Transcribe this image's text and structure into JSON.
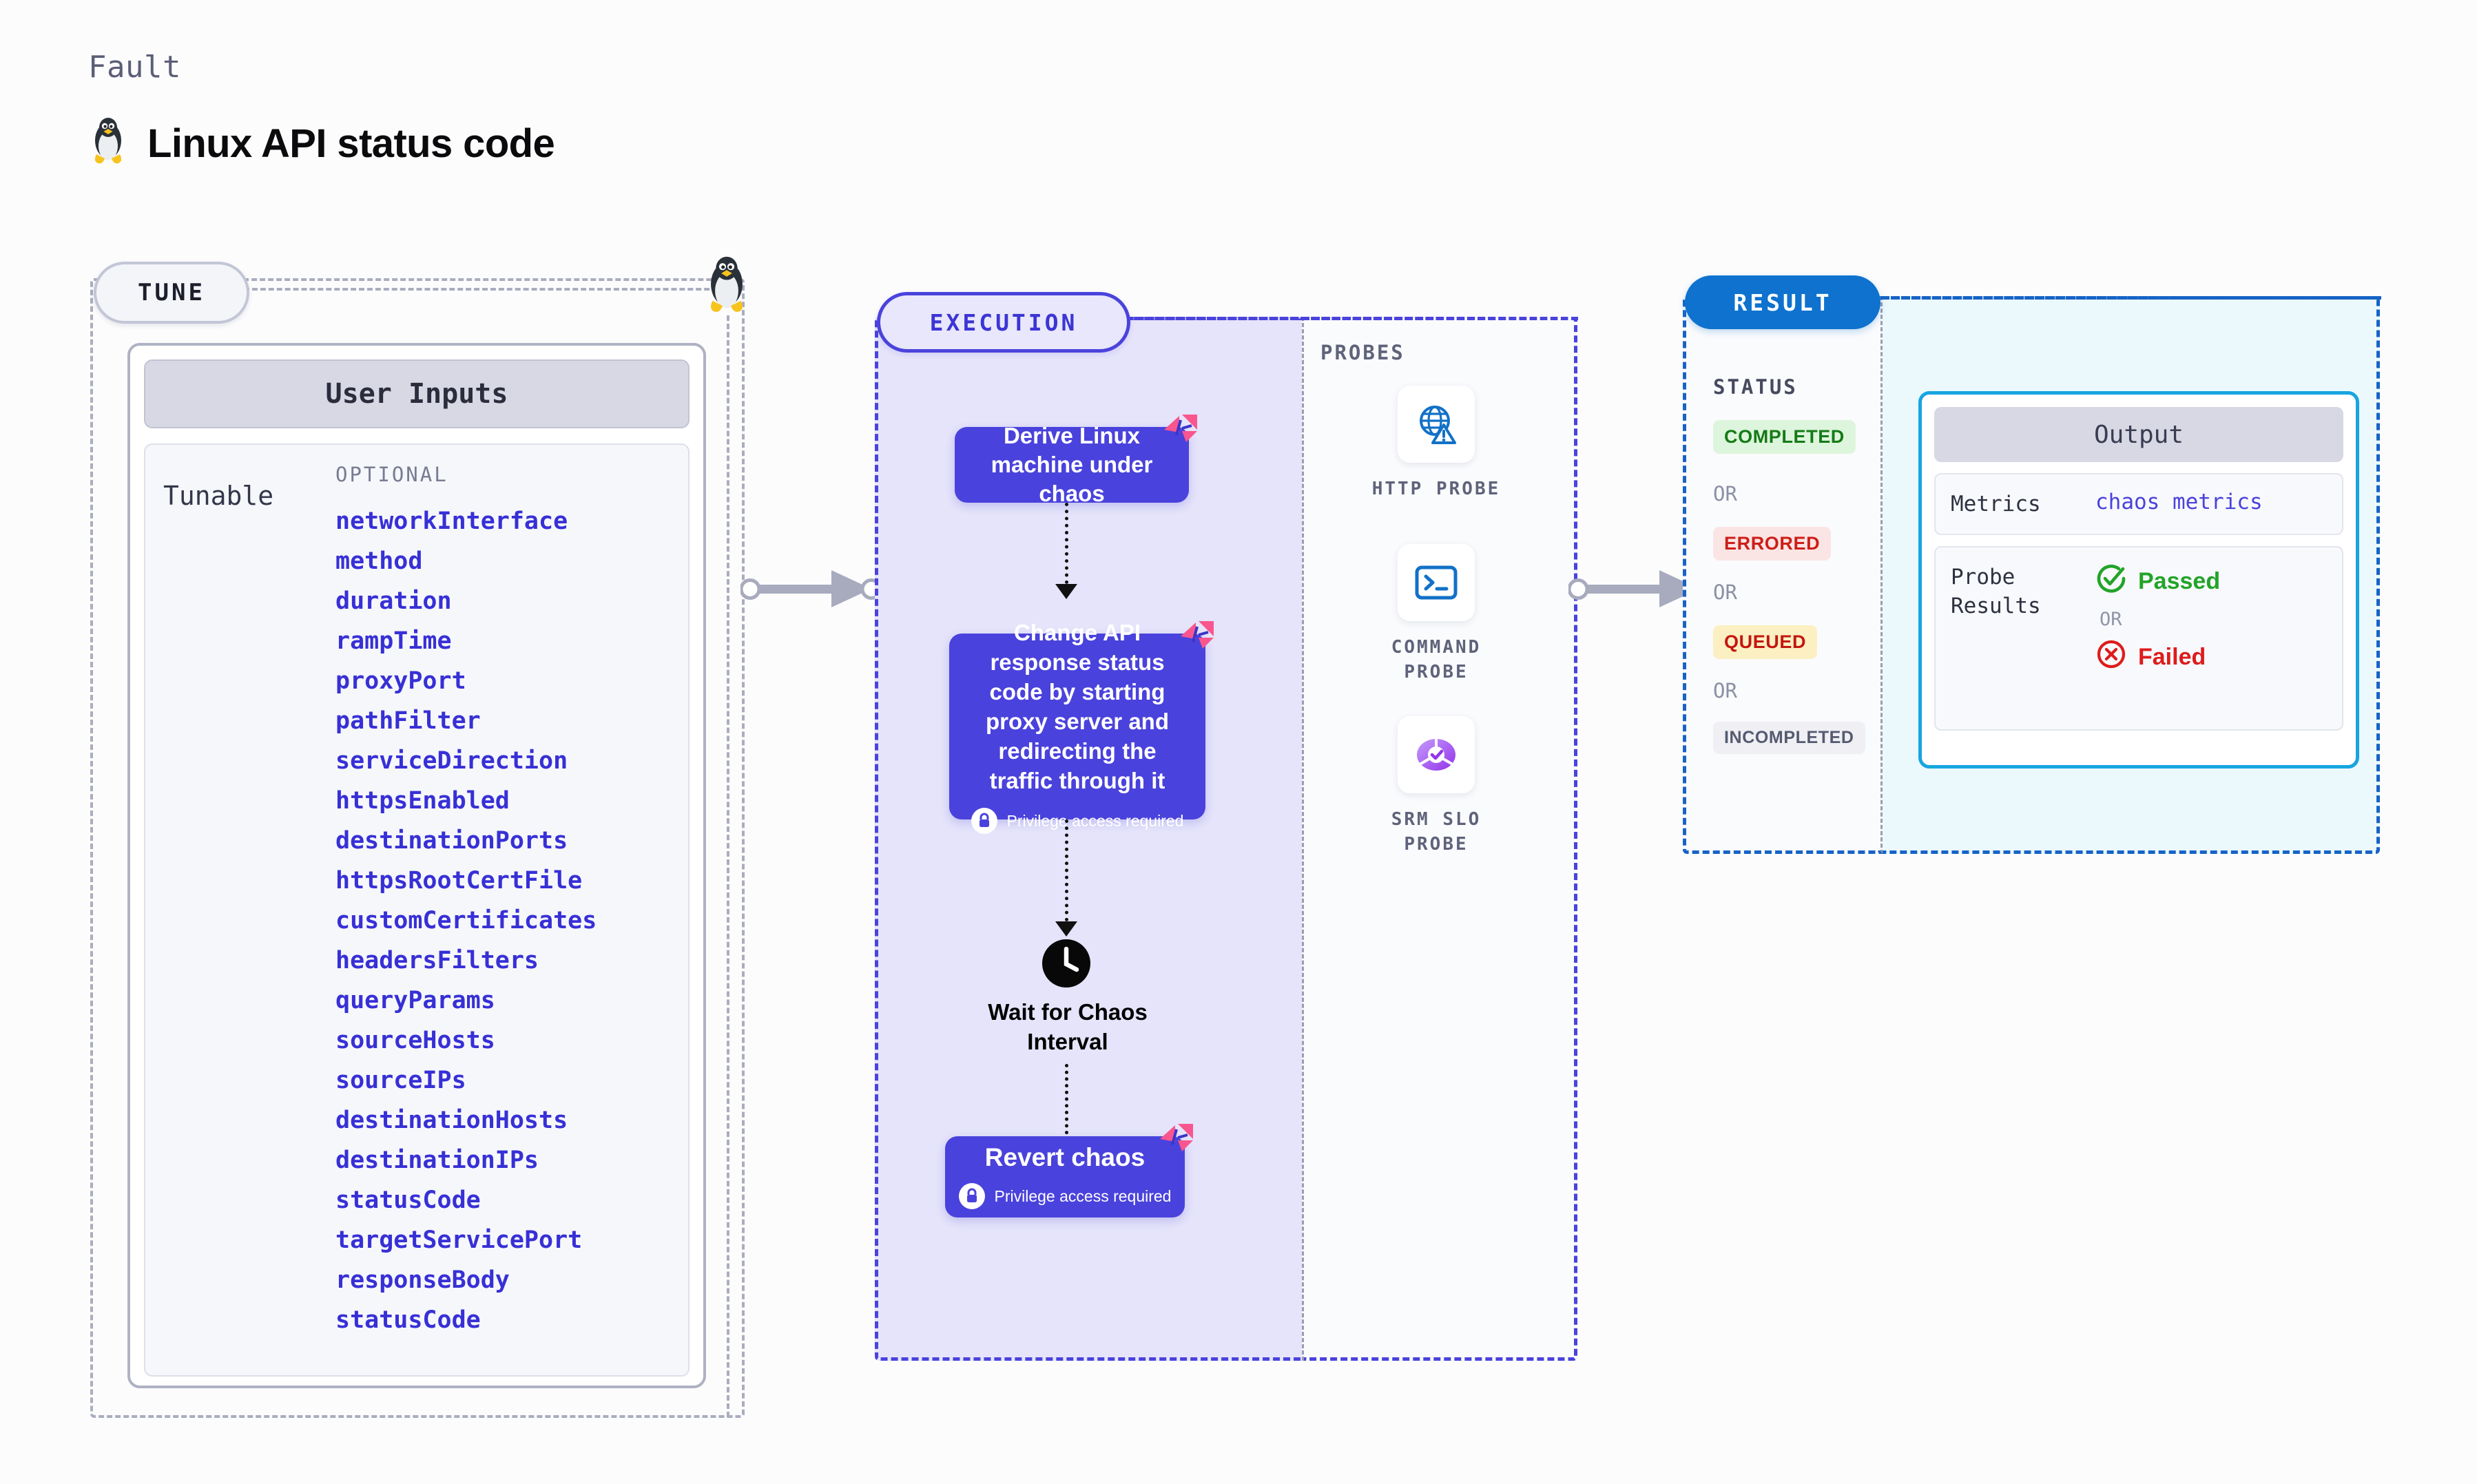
{
  "header": {
    "eyebrow": "Fault",
    "title": "Linux API status code",
    "os_icon": "linux-tux-icon"
  },
  "tune": {
    "chip_label": "TUNE",
    "card_title": "User Inputs",
    "row_label": "Tunable",
    "group_label": "OPTIONAL",
    "parameters": [
      "networkInterface",
      "method",
      "duration",
      "rampTime",
      "proxyPort",
      "pathFilter",
      "serviceDirection",
      "httpsEnabled",
      "destinationPorts",
      "httpsRootCertFile",
      "customCertificates",
      "headersFilters",
      "queryParams",
      "sourceHosts",
      "sourceIPs",
      "destinationHosts",
      "destinationIPs",
      "statusCode",
      "targetServicePort",
      "responseBody",
      "statusCode"
    ]
  },
  "execution": {
    "chip_label": "EXECUTION",
    "nodes": [
      {
        "id": "derive-linux-machine",
        "text": "Derive Linux machine under chaos",
        "privilege_note": null,
        "badge": "harness-flag-icon"
      },
      {
        "id": "change-api-status-code",
        "text": "Change API response status code by starting proxy server and redirecting the traffic through it",
        "privilege_note": "Privilege access required",
        "badge": "harness-flag-icon"
      },
      {
        "id": "revert-chaos",
        "text": "Revert chaos",
        "privilege_note": "Privilege access required",
        "badge": "harness-flag-icon"
      }
    ],
    "wait_step": {
      "icon": "clock-icon",
      "label": "Wait for Chaos Interval"
    }
  },
  "probes": {
    "title": "PROBES",
    "items": [
      {
        "label": "HTTP PROBE",
        "icon": "globe-warning-icon"
      },
      {
        "label": "COMMAND PROBE",
        "icon": "terminal-icon"
      },
      {
        "label": "SRM SLO PROBE",
        "icon": "srm-slo-donut-icon"
      }
    ]
  },
  "result": {
    "chip_label": "RESULT",
    "status_title": "STATUS",
    "or_label": "OR",
    "statuses": [
      {
        "label": "COMPLETED",
        "bg": "#DDF5DC",
        "fg": "#157A16"
      },
      {
        "label": "ERRORED",
        "bg": "#FBE5E4",
        "fg": "#CC1F18"
      },
      {
        "label": "QUEUED",
        "bg": "#FCEFC2",
        "fg": "#C3160F"
      },
      {
        "label": "INCOMPLETED",
        "bg": "#EFEFF4",
        "fg": "#555A70"
      }
    ],
    "output": {
      "title": "Output",
      "metrics_key": "Metrics",
      "metrics_value": "chaos metrics",
      "probe_results_key": "Probe Results",
      "passed_label": "Passed",
      "failed_label": "Failed",
      "or_label": "OR"
    }
  },
  "colors": {
    "accent_purple": "#4A42DC",
    "accent_blue": "#0E72CE",
    "accent_cyan": "#17A5E0",
    "badge_pink": "#F9558E",
    "param_text": "#3730D6",
    "pass_green": "#22A428",
    "fail_red": "#DE1C1C"
  }
}
